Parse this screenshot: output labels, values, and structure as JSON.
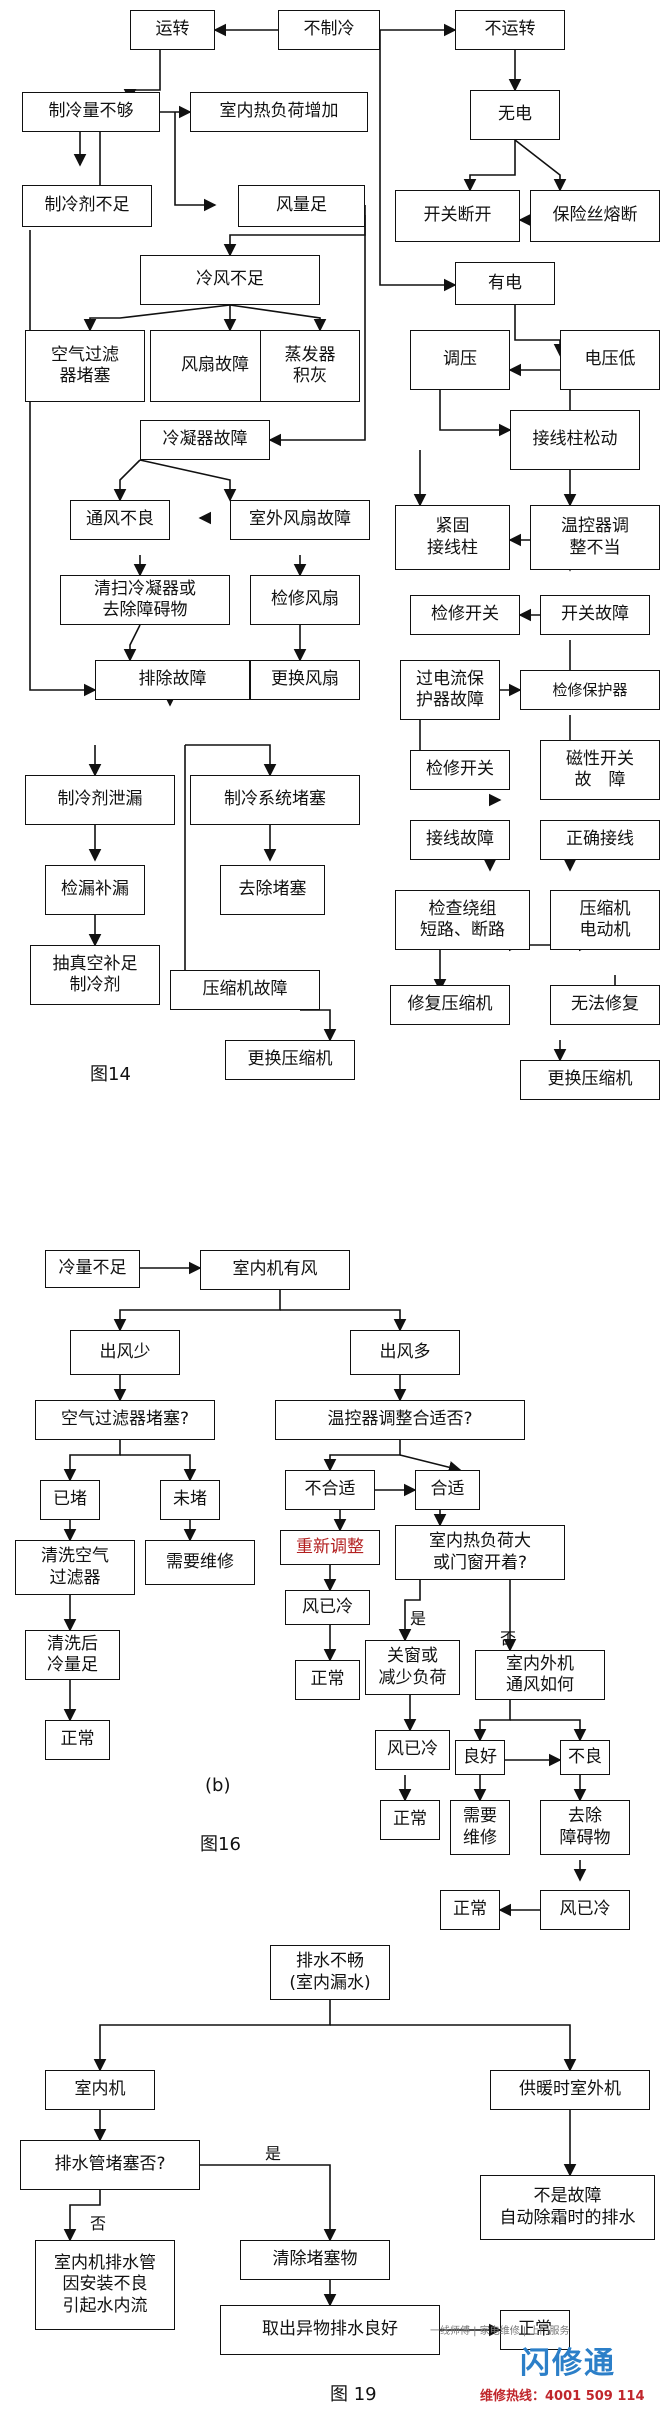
{
  "fig14": {
    "caption": "图14",
    "run": "运转",
    "no_cool": "不制冷",
    "not_run": "不运转",
    "insufficient": "制冷量不够",
    "indoor_heat_up": "室内热负荷增加",
    "no_power": "无电",
    "refrigerant_low": "制冷剂不足",
    "airflow_ok": "风量足",
    "switch_open": "开关断开",
    "fuse_blown": "保险丝熔断",
    "cold_air_low": "冷风不足",
    "has_power": "有电",
    "filter_clog": "空气过滤\n器堵塞",
    "fan_fault": "风扇故障",
    "evap_dust": "蒸发器\n积灰",
    "adjust_voltage": "调压",
    "voltage_low": "电压低",
    "condenser_fault": "冷凝器故障",
    "terminal_loose": "接线柱松动",
    "poor_vent": "通风不良",
    "outdoor_fan_fault": "室外风扇故障",
    "tighten_terminal": "紧固\n接线柱",
    "thermostat_wrong": "温控器调\n整不当",
    "clean_condenser": "清扫冷凝器或\n去除障碍物",
    "repair_fan": "检修风扇",
    "repair_switch": "检修开关",
    "switch_fault": "开关故障",
    "clear_fault": "排除故障",
    "replace_fan": "更换风扇",
    "overcurrent_fault": "过电流保\n护器故障",
    "repair_protector": "检修保护器",
    "magnetic_switch_fault": "磁性开关\n故　障",
    "repair_switch2": "检修开关",
    "refrigerant_leak": "制冷剂泄漏",
    "system_clog": "制冷系统堵塞",
    "wiring_fault": "接线故障",
    "correct_wiring": "正确接线",
    "leak_fix": "检漏补漏",
    "remove_clog": "去除堵塞",
    "check_winding": "检查绕组\n短路、断路",
    "compressor_motor": "压缩机\n电动机",
    "vacuum_refill": "抽真空补足\n制冷剂",
    "compressor_fault": "压缩机故障",
    "repair_compressor": "修复压缩机",
    "unrepairable": "无法修复",
    "replace_compressor": "更换压缩机",
    "replace_compressor2": "更换压缩机"
  },
  "fig16": {
    "caption": "图16",
    "sub": "(b)",
    "cool_low": "冷量不足",
    "indoor_air": "室内机有风",
    "air_low": "出风少",
    "air_high": "出风多",
    "filter_q": "空气过滤器堵塞?",
    "thermo_q": "温控器调整合适否?",
    "not_ok": "不合适",
    "ok": "合适",
    "blocked": "已堵",
    "not_blocked": "未堵",
    "readjust": "重新调整",
    "heat_q": "室内热负荷大\n或门窗开着?",
    "clean_filter": "清洗空气\n过滤器",
    "need_repair": "需要维修",
    "air_cold": "风已冷",
    "yes": "是",
    "no": "否",
    "after_clean": "清洗后\n冷量足",
    "close_window": "关窗或\n减少负荷",
    "vent_q": "室内外机\n通风如何",
    "normal": "正常",
    "good": "良好",
    "bad": "不良",
    "air_cold2": "风已冷",
    "need_repair2": "需要\n维修",
    "remove_obstacle": "去除\n障碍物",
    "normal2": "正常",
    "normal3": "正常",
    "air_cold3": "风已冷"
  },
  "fig19": {
    "caption": "图 19",
    "drain_poor": "排水不畅\n(室内漏水)",
    "indoor_unit": "室内机",
    "heating_outdoor": "供暖时室外机",
    "pipe_q": "排水管堵塞否?",
    "yes": "是",
    "no": "否",
    "not_fault": "不是故障\n自动除霜时的排水",
    "pipe_install": "室内机排水管\n因安装不良\n引起水内流",
    "clear_blockage": "清除堵塞物",
    "remove_foreign": "取出异物排水良好",
    "normal_partial": "正常"
  },
  "watermark": {
    "brand": "闪修通",
    "slogan": "一线师傅 | 家电维修 | 上门服务",
    "hotline": "维修热线：4001 509 114"
  }
}
